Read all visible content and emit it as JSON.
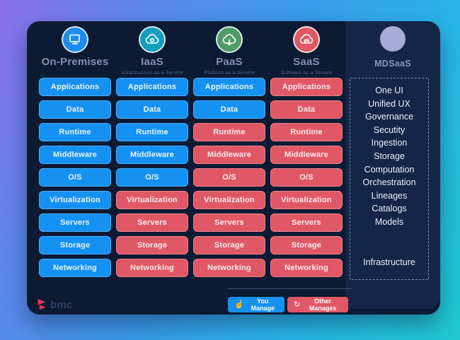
{
  "brand": {
    "name": "bmc"
  },
  "colors": {
    "you_manage": "#1591f2",
    "other_manages": "#e05865"
  },
  "panel": {
    "columns": [
      {
        "title": "On-Premises",
        "subtitle": "",
        "icon": "desktop-icon",
        "icon_color": "#1e8bf0",
        "layers": [
          {
            "label": "Applications",
            "managed_by": "you"
          },
          {
            "label": "Data",
            "managed_by": "you"
          },
          {
            "label": "Runtime",
            "managed_by": "you"
          },
          {
            "label": "Middleware",
            "managed_by": "you"
          },
          {
            "label": "O/S",
            "managed_by": "you"
          },
          {
            "label": "Virtualization",
            "managed_by": "you"
          },
          {
            "label": "Servers",
            "managed_by": "you"
          },
          {
            "label": "Storage",
            "managed_by": "you"
          },
          {
            "label": "Networking",
            "managed_by": "you"
          }
        ]
      },
      {
        "title": "IaaS",
        "subtitle": "Infrastructure as a Service",
        "icon": "cloud-gear-icon",
        "icon_color": "#129fbd",
        "layers": [
          {
            "label": "Applications",
            "managed_by": "you"
          },
          {
            "label": "Data",
            "managed_by": "you"
          },
          {
            "label": "Runtime",
            "managed_by": "you"
          },
          {
            "label": "Middleware",
            "managed_by": "you"
          },
          {
            "label": "O/S",
            "managed_by": "you"
          },
          {
            "label": "Virtualization",
            "managed_by": "other"
          },
          {
            "label": "Servers",
            "managed_by": "other"
          },
          {
            "label": "Storage",
            "managed_by": "other"
          },
          {
            "label": "Networking",
            "managed_by": "other"
          }
        ]
      },
      {
        "title": "PaaS",
        "subtitle": "Platform as a Service",
        "icon": "cloud-download-icon",
        "icon_color": "#4f9c68",
        "layers": [
          {
            "label": "Applications",
            "managed_by": "you"
          },
          {
            "label": "Data",
            "managed_by": "you"
          },
          {
            "label": "Runtime",
            "managed_by": "other"
          },
          {
            "label": "Middleware",
            "managed_by": "other"
          },
          {
            "label": "O/S",
            "managed_by": "other"
          },
          {
            "label": "Virtualization",
            "managed_by": "other"
          },
          {
            "label": "Servers",
            "managed_by": "other"
          },
          {
            "label": "Storage",
            "managed_by": "other"
          },
          {
            "label": "Networking",
            "managed_by": "other"
          }
        ]
      },
      {
        "title": "SaaS",
        "subtitle": "Software as a Service",
        "icon": "cloud-app-icon",
        "icon_color": "#e25764",
        "layers": [
          {
            "label": "Applications",
            "managed_by": "other"
          },
          {
            "label": "Data",
            "managed_by": "other"
          },
          {
            "label": "Runtime",
            "managed_by": "other"
          },
          {
            "label": "Middleware",
            "managed_by": "other"
          },
          {
            "label": "O/S",
            "managed_by": "other"
          },
          {
            "label": "Virtualization",
            "managed_by": "other"
          },
          {
            "label": "Servers",
            "managed_by": "other"
          },
          {
            "label": "Storage",
            "managed_by": "other"
          },
          {
            "label": "Networking",
            "managed_by": "other"
          }
        ]
      }
    ],
    "mdsaas": {
      "title": "MDSaaS",
      "icon": "circle-icon",
      "icon_color": "#a7abd6",
      "items": [
        "One UI",
        "Unified UX",
        "Governance",
        "Secutity",
        "Ingestion",
        "Storage",
        "Computation",
        "Orchestration",
        "Lineages",
        "Catalogs",
        "Models"
      ],
      "footer_item": "Infrastructure"
    },
    "legend": {
      "you": {
        "label": "You Manage",
        "icon": "pointing-hand-icon",
        "glyph": "☝"
      },
      "other": {
        "label": "Other Manages",
        "icon": "circular-arrows-icon",
        "glyph": "↻"
      }
    }
  }
}
